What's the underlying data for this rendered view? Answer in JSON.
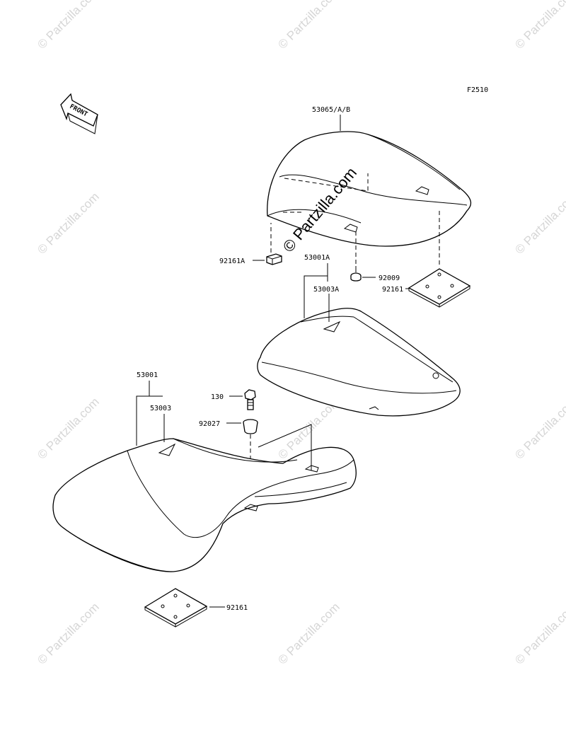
{
  "figure_code": "F2510",
  "front_label": "FRONT",
  "watermarks": [
    "© Partzilla.com",
    "© Partzilla.com"
  ],
  "parts": [
    {
      "id": "p-53065",
      "number": "53065/A/B"
    },
    {
      "id": "p-92161A",
      "number": "92161A"
    },
    {
      "id": "p-53001A",
      "number": "53001A"
    },
    {
      "id": "p-92009",
      "number": "92009"
    },
    {
      "id": "p-53003A",
      "number": "53003A"
    },
    {
      "id": "p-92161-top",
      "number": "92161"
    },
    {
      "id": "p-53001",
      "number": "53001"
    },
    {
      "id": "p-130",
      "number": "130"
    },
    {
      "id": "p-53003",
      "number": "53003"
    },
    {
      "id": "p-92027",
      "number": "92027"
    },
    {
      "id": "p-92161-bottom",
      "number": "92161"
    }
  ],
  "colors": {
    "line": "#000000",
    "watermark": "#d6d6d6",
    "background": "#ffffff"
  }
}
